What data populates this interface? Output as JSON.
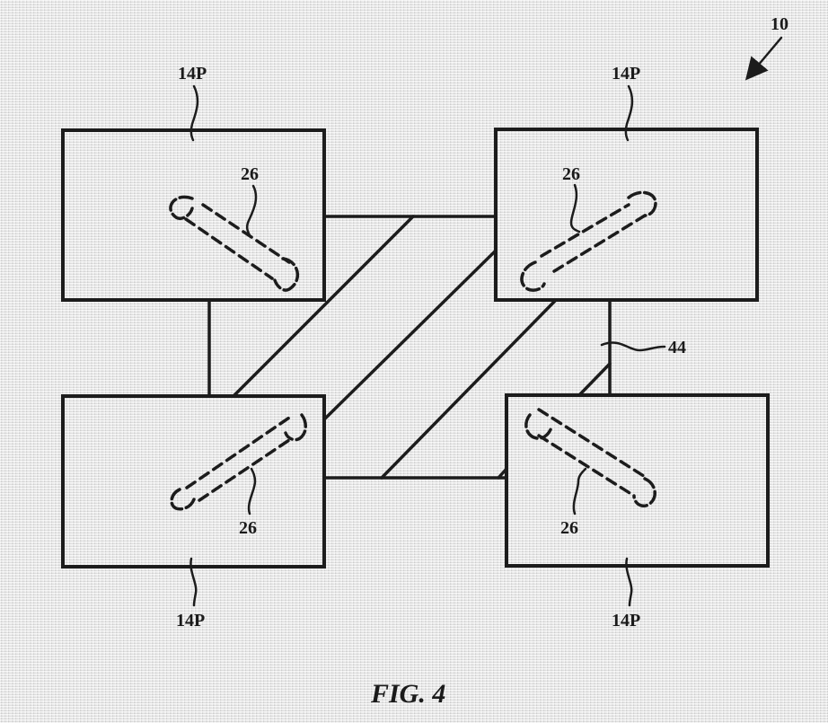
{
  "figure": {
    "caption": "FIG. 4",
    "assembly_ref": "10",
    "connector_ref": "44",
    "panels": [
      {
        "id": "top-left",
        "panel_ref": "14P",
        "element_ref": "26"
      },
      {
        "id": "top-right",
        "panel_ref": "14P",
        "element_ref": "26"
      },
      {
        "id": "bottom-left",
        "panel_ref": "14P",
        "element_ref": "26"
      },
      {
        "id": "bottom-right",
        "panel_ref": "14P",
        "element_ref": "26"
      }
    ]
  },
  "colors": {
    "ink": "#1c1c1c",
    "paper": "#ebebeb"
  }
}
